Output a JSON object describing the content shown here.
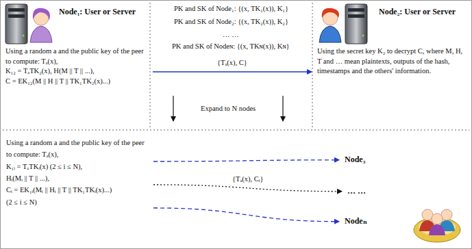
{
  "diagram": {
    "nodes": [
      {
        "text": [
          "Node₁: User or Server",
          "Using a random a and the public key of the peer to compute: Tₐ(x),",
          "K₁₂ = TₐTK₂(x), H(M || T || ...),",
          "C = EK₁₂(M || H || T || TK₁TK₂(x)...)"
        ]
      },
      {
        "text": [
          "Node₂: User or Server",
          "Using the secret key K₂ to decrypt C, where M, H, T and … mean plaintexts, outputs of the hash, timestamps and the others' information."
        ]
      },
      {
        "text": [
          "Using a random a and the public key of the peer to compute: Tₐ(x),",
          "K₁ᵢ = TₐTKᵢ(x)  (2 ≤ i ≤ N),",
          "Hᵢ(Mᵢ || T || ...),",
          "Cᵢ = EK₁ᵢ(Mᵢ || Hᵢ || T || TK₁TKᵢ(x)...)",
          "(2 ≤ i ≤ N)"
        ]
      },
      {
        "text": [
          "Node₃"
        ]
      },
      {
        "text": [
          "… …"
        ]
      },
      {
        "text": [
          "Nodeₙ"
        ]
      }
    ],
    "edges": [
      {
        "from": 0,
        "to": 1,
        "arrow": "to",
        "label": "{Tₐ(x), C}"
      },
      {
        "from": 2,
        "to": 3,
        "arrow": "to"
      },
      {
        "from": 2,
        "to": 4,
        "arrow": "to",
        "label": "{Tₐ(x), Cᵢ}"
      },
      {
        "from": 2,
        "to": 5,
        "arrow": "to"
      }
    ],
    "labels": [
      "PK and SK of Node₁: {(x, TK₁(x)), K₁}",
      "PK and SK of Node₂: {(x, TK₂(x)), K₂}",
      "… …",
      "PK and SK of Nodeɴ: {(x, TKɴ(x)), Kɴ}",
      "Expand to N nodes"
    ]
  }
}
